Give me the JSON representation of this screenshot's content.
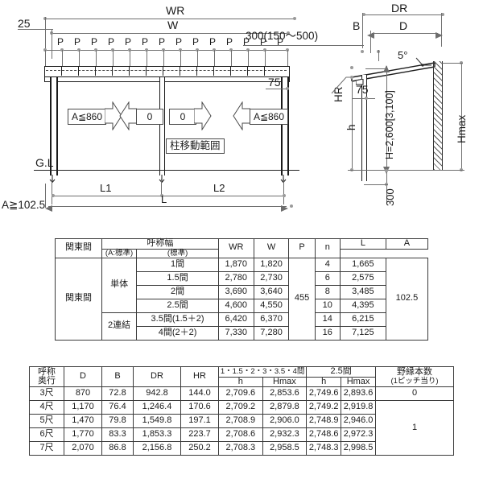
{
  "drawing_left": {
    "name": "front-elevation",
    "dim_wr": "WR",
    "dim_w": "W",
    "dim_25": "25",
    "dim_75": "75",
    "pitch_marks": [
      "P",
      "P",
      "P",
      "P",
      "P",
      "P",
      "P",
      "P",
      "P",
      "P",
      "P",
      "P",
      "P",
      "P"
    ],
    "arrow_left_label": "A≦860",
    "arrow_left_inner_label": "0",
    "arrow_right_inner_label": "0",
    "arrow_right_label": "A≦860",
    "note_box": "柱移動範囲",
    "ground_line_label": "G.L",
    "dim_l1": "L1",
    "dim_l2": "L2",
    "dim_l": "L",
    "dim_a_min": "A≧102.5"
  },
  "drawing_right": {
    "name": "side-elevation",
    "dim_dr": "DR",
    "dim_d": "D",
    "dim_b": "B",
    "dim_300_range": "300(150～500)",
    "angle_label": "5°",
    "dim_hr": "HR",
    "dim_75": "75",
    "dim_h_small": "h",
    "dim_h_main": "H=2,600[3,100]",
    "dim_hmax": "Hmax",
    "dim_300": "300"
  },
  "table_width": {
    "name": "width-spec-table",
    "headers": {
      "region": "関東間",
      "nominal_width": "呼称幅",
      "wr": "WR",
      "w": "W",
      "p": "P",
      "n": "n",
      "l": "L",
      "l_sub": "(A:標準)",
      "a": "A",
      "a_sub": "(標準)"
    },
    "group_single": "単体",
    "group_double": "2連結",
    "p_value": "455",
    "a_value": "102.5",
    "rows": [
      {
        "group": "単体",
        "nominal": "1間",
        "wr": "1,870",
        "w": "1,820",
        "n": "4",
        "l": "1,665"
      },
      {
        "group": "単体",
        "nominal": "1.5間",
        "wr": "2,780",
        "w": "2,730",
        "n": "6",
        "l": "2,575"
      },
      {
        "group": "単体",
        "nominal": "2間",
        "wr": "3,690",
        "w": "3,640",
        "n": "8",
        "l": "3,485"
      },
      {
        "group": "単体",
        "nominal": "2.5間",
        "wr": "4,600",
        "w": "4,550",
        "n": "10",
        "l": "4,395"
      },
      {
        "group": "2連結",
        "nominal": "3.5間(1.5＋2)",
        "wr": "6,420",
        "w": "6,370",
        "n": "14",
        "l": "6,215"
      },
      {
        "group": "2連結",
        "nominal": "4間(2＋2)",
        "wr": "7,330",
        "w": "7,280",
        "n": "16",
        "l": "7,125"
      }
    ]
  },
  "table_depth": {
    "name": "depth-spec-table",
    "headers": {
      "nominal_depth_l1": "呼称",
      "nominal_depth_l2": "奥行",
      "d": "D",
      "b": "B",
      "dr": "DR",
      "hr": "HR",
      "group_a": "1・1.5・2・3・3.5・4間",
      "group_b": "2.5間",
      "h": "h",
      "hmax": "Hmax",
      "noren_l1": "野縁本数",
      "noren_l2": "(1ピッチ当り)"
    },
    "rows": [
      {
        "nominal": "3尺",
        "d": "870",
        "b": "72.8",
        "dr": "942.8",
        "hr": "144.0",
        "h_a": "2,709.6",
        "hmax_a": "2,853.6",
        "h_b": "2,749.6",
        "hmax_b": "2,893.6"
      },
      {
        "nominal": "4尺",
        "d": "1,170",
        "b": "76.4",
        "dr": "1,246.4",
        "hr": "170.6",
        "h_a": "2,709.2",
        "hmax_a": "2,879.8",
        "h_b": "2,749.2",
        "hmax_b": "2,919.8"
      },
      {
        "nominal": "5尺",
        "d": "1,470",
        "b": "79.8",
        "dr": "1,549.8",
        "hr": "197.1",
        "h_a": "2,708.9",
        "hmax_a": "2,906.0",
        "h_b": "2,748.9",
        "hmax_b": "2,946.0"
      },
      {
        "nominal": "6尺",
        "d": "1,770",
        "b": "83.3",
        "dr": "1,853.3",
        "hr": "223.7",
        "h_a": "2,708.6",
        "hmax_a": "2,932.3",
        "h_b": "2,748.6",
        "hmax_b": "2,972.3"
      },
      {
        "nominal": "7尺",
        "d": "2,070",
        "b": "86.8",
        "dr": "2,156.8",
        "hr": "250.2",
        "h_a": "2,708.3",
        "hmax_a": "2,958.5",
        "h_b": "2,748.3",
        "hmax_b": "2,998.5"
      }
    ],
    "noren_top": "0",
    "noren_bottom": "1"
  },
  "colors": {
    "line": "#6e6e6e",
    "line_dark": "#222222",
    "text": "#1a1a1a",
    "dot": "#9a9a9a"
  }
}
